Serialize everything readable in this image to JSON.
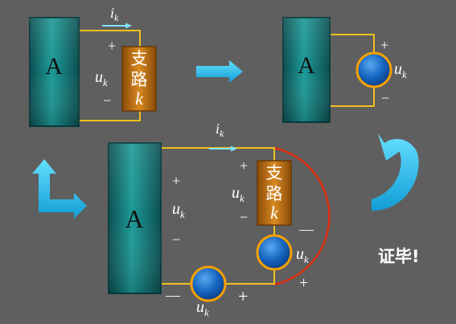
{
  "colors": {
    "background": "#5f5f5f",
    "wire": "#f0c020",
    "block_teal": "#0f7373",
    "branch_orange": "#c27016",
    "source_blue": "#1565c0",
    "source_ring": "#f5a000",
    "arrow_cyan": "#22c3f0",
    "red_wire": "#e03010",
    "text_white": "#ffffff",
    "current_arrow": "#7fe3ff"
  },
  "top_left": {
    "block_label": "A",
    "current_label": "i",
    "current_sub": "k",
    "plus": "+",
    "minus": "−",
    "voltage_label": "u",
    "voltage_sub": "k",
    "branch_line1": "支",
    "branch_line2": "路",
    "branch_line3": "k"
  },
  "top_right": {
    "block_label": "A",
    "plus": "+",
    "minus": "−",
    "voltage_label": "u",
    "voltage_sub": "k"
  },
  "bottom": {
    "block_label": "A",
    "current_label": "i",
    "current_sub": "k",
    "left_plus": "+",
    "left_minus": "−",
    "left_voltage_label": "u",
    "left_voltage_sub": "k",
    "branch_plus": "+",
    "branch_minus": "−",
    "branch_voltage_label": "u",
    "branch_voltage_sub": "k",
    "branch_line1": "支",
    "branch_line2": "路",
    "branch_line3": "k",
    "src_right_minus": "—",
    "src_right_plus": "+",
    "src_right_voltage_label": "u",
    "src_right_voltage_sub": "k",
    "src_bottom_minus": "—",
    "src_bottom_plus": "+",
    "src_bottom_voltage_label": "u",
    "src_bottom_voltage_sub": "k"
  },
  "conclusion": "证毕!"
}
